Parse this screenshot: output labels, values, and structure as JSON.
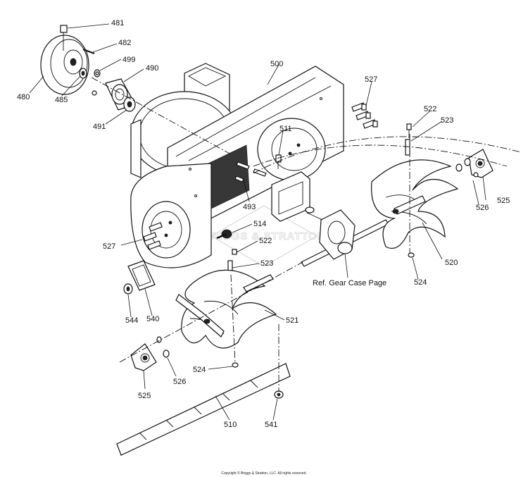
{
  "diagram": {
    "watermark": "BRIGGS & STRATTON",
    "copyright": "Copyright © Briggs & Stratton, LLC. All rights reserved.",
    "reference_note": "Ref. Gear Case Page",
    "callouts": {
      "c481": "481",
      "c482": "482",
      "c499": "499",
      "c490": "490",
      "c480": "480",
      "c485": "485",
      "c491": "491",
      "c500": "500",
      "c527a": "527",
      "c511": "511",
      "c522a": "522",
      "c523a": "523",
      "c493": "493",
      "c514": "514",
      "c522b": "522",
      "c523b": "523",
      "c527b": "527",
      "c526a": "526",
      "c525a": "525",
      "c520": "520",
      "c524a": "524",
      "c544": "544",
      "c540": "540",
      "c521": "521",
      "c524b": "524",
      "c526b": "526",
      "c525b": "525",
      "c510": "510",
      "c541": "541"
    }
  }
}
